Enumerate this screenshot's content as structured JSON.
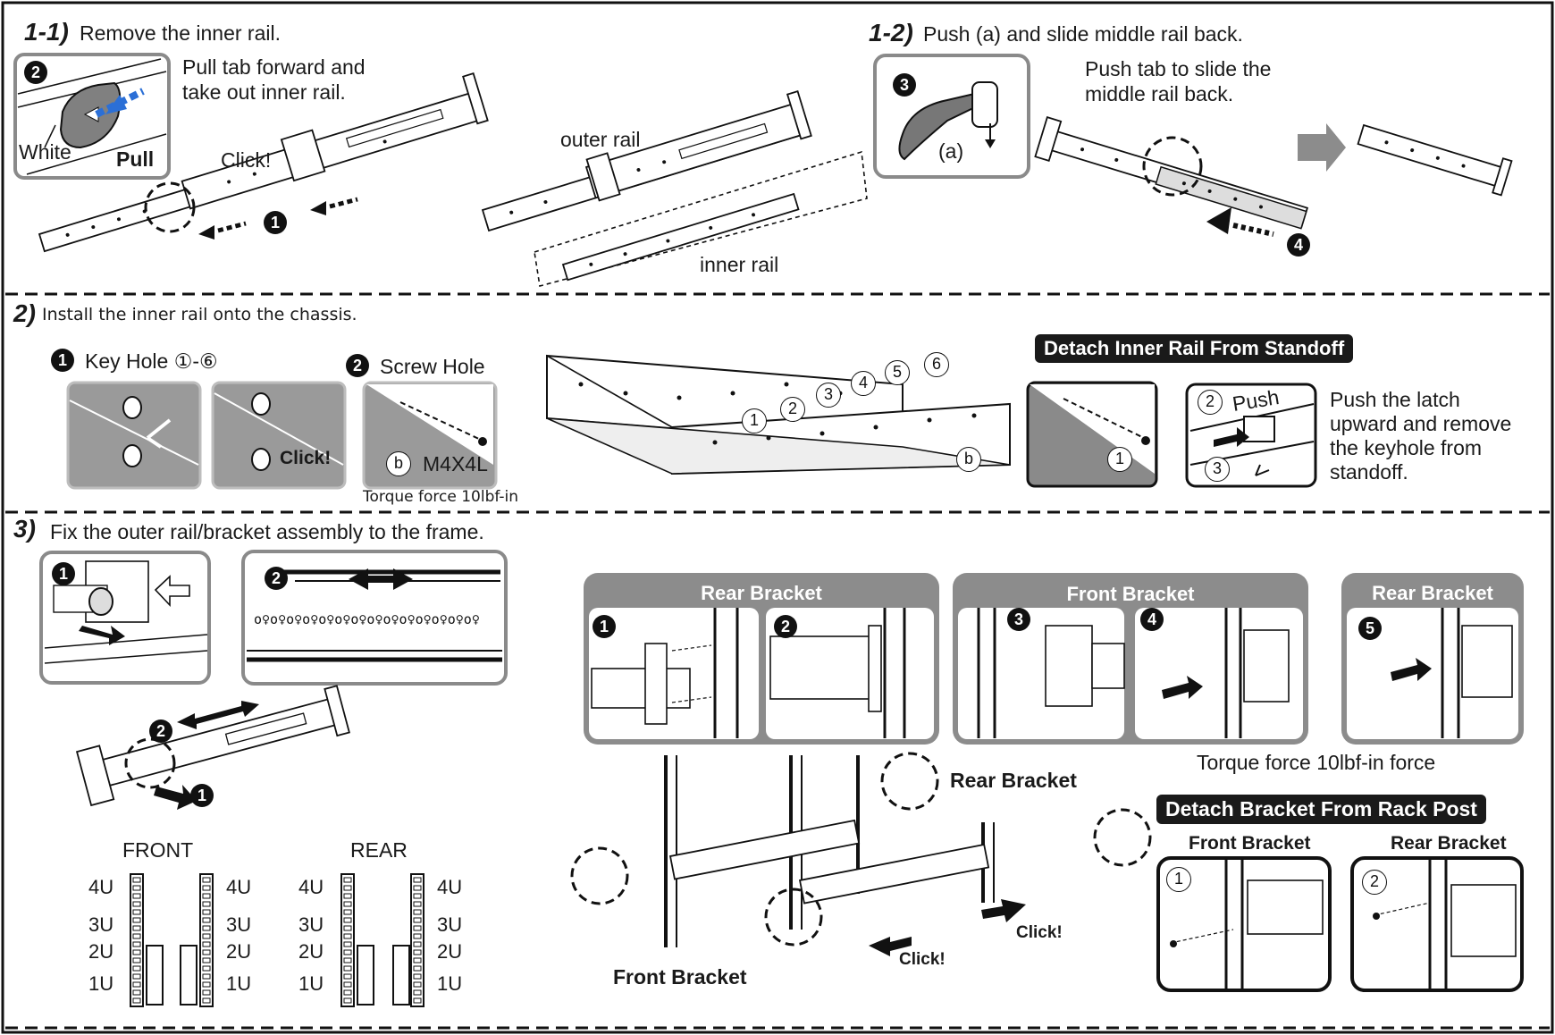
{
  "section_1_1": {
    "step": "1-1)",
    "heading": "Remove the inner rail.",
    "callout": "Pull tab forward and\ntake out inner rail.",
    "callout_line1": "Pull tab forward and",
    "callout_line2": "take out inner rail.",
    "inset_white": "White",
    "inset_pull": "Pull",
    "click": "Click!",
    "outer_rail": "outer rail",
    "inner_rail": "inner rail",
    "badge_2": "2",
    "badge_1": "1"
  },
  "section_1_2": {
    "step": "1-2)",
    "heading": "Push (a) and slide middle rail back.",
    "callout_line1": "Push tab to slide the",
    "callout_line2": "middle rail back.",
    "tab_label": "(a)",
    "badge_3": "3",
    "badge_4": "4"
  },
  "section_2": {
    "step": "2)",
    "heading": "Install the inner rail onto the chassis.",
    "key_hole": "Key Hole ①-⑥",
    "screw_hole": "Screw Hole",
    "click": "Click!",
    "screw_b": "b",
    "screw_spec": "M4X4L",
    "torque": "Torque force 10lbf-in",
    "badge_1": "1",
    "badge_2": "2",
    "chassis_holes": [
      "1",
      "2",
      "3",
      "4",
      "5",
      "6"
    ],
    "chassis_b": "b",
    "detach_title": "Detach Inner Rail From Standoff",
    "detach_push": "Push",
    "detach_n1": "1",
    "detach_n2": "2",
    "detach_n3": "3",
    "detach_desc_1": "Push the latch",
    "detach_desc_2": "upward and remove",
    "detach_desc_3": "the keyhole from",
    "detach_desc_4": "standoff."
  },
  "section_3": {
    "step": "3)",
    "heading": "Fix the outer rail/bracket assembly to the frame.",
    "badge_1": "1",
    "badge_2": "2",
    "front": "FRONT",
    "rear": "REAR",
    "units": [
      "4U",
      "3U",
      "2U",
      "1U"
    ],
    "rear_bracket_a": "Rear Bracket",
    "front_bracket_a": "Front Bracket",
    "rear_bracket_b": "Rear Bracket",
    "steps": [
      "1",
      "2",
      "3",
      "4",
      "5"
    ],
    "torque": "Torque force 10lbf-in force",
    "rear_bracket_label": "Rear Bracket",
    "front_bracket_label": "Front Bracket",
    "click_1": "Click!",
    "click_2": "Click!",
    "detach_title": "Detach  Bracket From Rack Post",
    "detach_front": "Front Bracket",
    "detach_rear": "Rear Bracket",
    "detach_n1": "1",
    "detach_n2": "2"
  },
  "colors": {
    "panel_gray": "#8c8c8c",
    "inset_gray": "#9a9a9a",
    "ink": "#1a1a1a"
  }
}
